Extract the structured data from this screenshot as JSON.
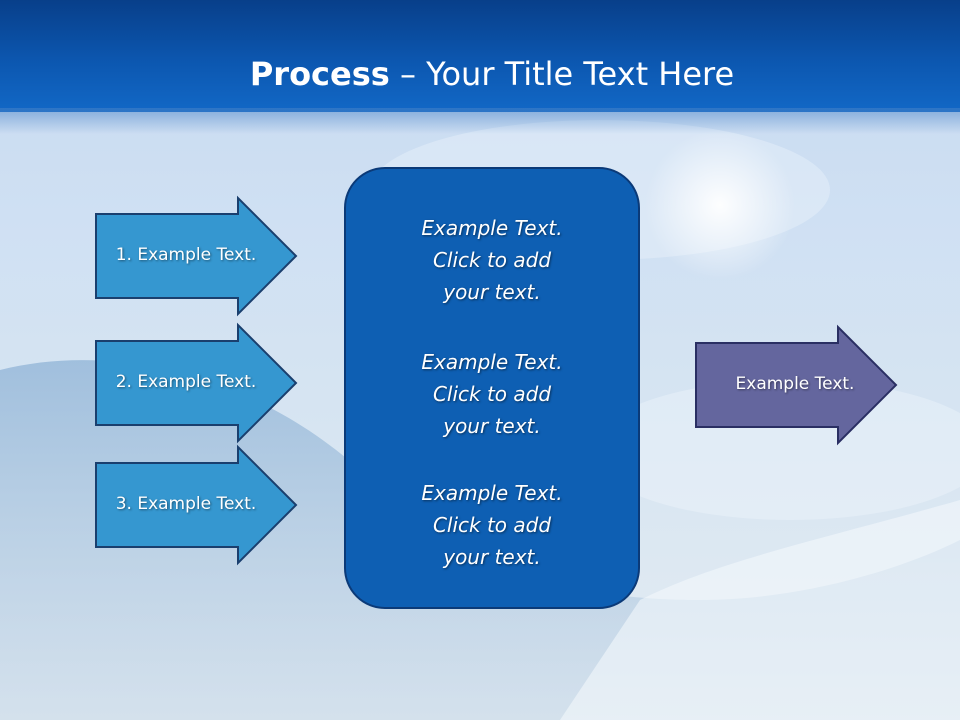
{
  "header": {
    "title_bold": "Process",
    "title_rest": " – Your Title Text Here"
  },
  "inputs": [
    {
      "label": "1. Example Text."
    },
    {
      "label": "2. Example Text."
    },
    {
      "label": "3. Example Text."
    }
  ],
  "center_box": {
    "blocks": [
      {
        "lines": [
          "Example Text.",
          "Click  to add",
          "your text."
        ]
      },
      {
        "lines": [
          "Example Text.",
          "Click  to add",
          "your text."
        ]
      },
      {
        "lines": [
          "Example Text.",
          "Click  to add",
          "your text."
        ]
      }
    ]
  },
  "output": {
    "label": "Example Text."
  },
  "colors": {
    "header_blue": "#0c57b0",
    "input_arrow_fill": "#3597d0",
    "input_arrow_stroke": "#1a3f6e",
    "center_box_fill": "#0e5fb3",
    "center_box_stroke": "#0b3a78",
    "output_arrow_fill": "#64669e",
    "output_arrow_stroke": "#2a2f63"
  }
}
